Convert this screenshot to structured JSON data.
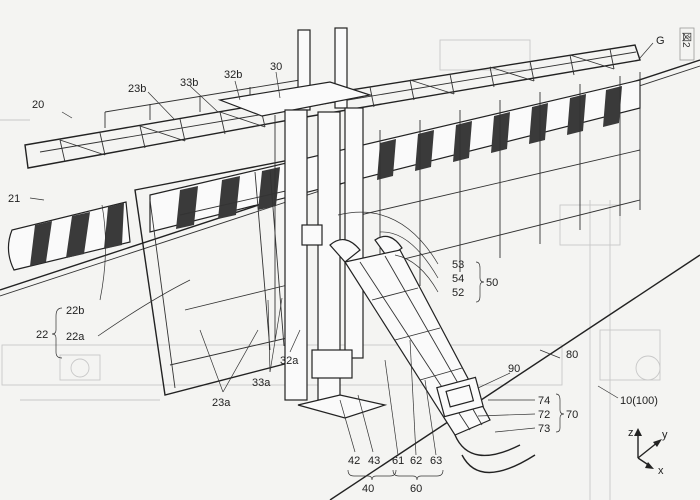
{
  "figure": {
    "tag": "図2"
  },
  "labels": {
    "l20": "20",
    "l21": "21",
    "l22": "22",
    "l22a": "22a",
    "l22b": "22b",
    "l23a": "23a",
    "l23b": "23b",
    "l30": "30",
    "l32a": "32a",
    "l32b": "32b",
    "l33a": "33a",
    "l33b": "33b",
    "l40": "40",
    "l42": "42",
    "l43": "43",
    "l50": "50",
    "l52": "52",
    "l53": "53",
    "l54": "54",
    "l60": "60",
    "l61": "61",
    "l62": "62",
    "l63": "63",
    "l70": "70",
    "l72": "72",
    "l73": "73",
    "l74": "74",
    "l80": "80",
    "l90": "90",
    "l10": "10(100)",
    "lG": "G"
  },
  "axes": {
    "z": "z",
    "y": "y",
    "x": "x"
  }
}
